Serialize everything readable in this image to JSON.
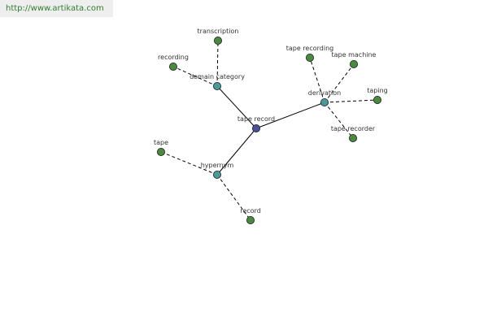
{
  "site": {
    "url": "http://www.artikata.com"
  },
  "colors": {
    "center": "#4a4f99",
    "category": "#4a9a9a",
    "leaf": "#4a8a3e",
    "background": "#ffffff",
    "url_text": "#2f7f2f"
  },
  "graph": {
    "center": {
      "id": "tape-record",
      "label": "tape record"
    },
    "categories": [
      {
        "id": "domain-category",
        "label": "domain category"
      },
      {
        "id": "derivation",
        "label": "derivation"
      },
      {
        "id": "hypernym",
        "label": "hypernym"
      }
    ],
    "leaves": [
      {
        "id": "transcription",
        "label": "transcription",
        "parent": "domain-category"
      },
      {
        "id": "recording",
        "label": "recording",
        "parent": "domain-category"
      },
      {
        "id": "tape-recording",
        "label": "tape recording",
        "parent": "derivation"
      },
      {
        "id": "tape-machine",
        "label": "tape machine",
        "parent": "derivation"
      },
      {
        "id": "taping",
        "label": "taping",
        "parent": "derivation"
      },
      {
        "id": "tape-recorder",
        "label": "tape recorder",
        "parent": "derivation"
      },
      {
        "id": "tape",
        "label": "tape",
        "parent": "hypernym"
      },
      {
        "id": "record",
        "label": "record",
        "parent": "hypernym"
      }
    ]
  }
}
